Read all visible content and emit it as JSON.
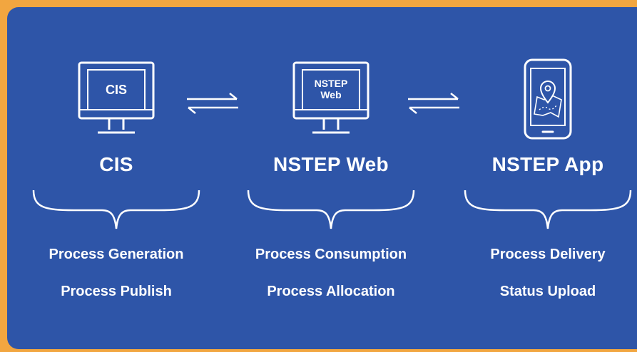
{
  "columns": [
    {
      "screen_label": "CIS",
      "title": "CIS",
      "items": [
        "Process Generation",
        "Process Publish"
      ],
      "icon": "desktop-monitor-icon"
    },
    {
      "screen_label_line1": "NSTEP",
      "screen_label_line2": "Web",
      "title": "NSTEP Web",
      "items": [
        "Process Consumption",
        "Process Allocation"
      ],
      "icon": "desktop-monitor-icon"
    },
    {
      "title": "NSTEP App",
      "items": [
        "Process Delivery",
        "Status Upload"
      ],
      "icon": "smartphone-map-pin-icon"
    }
  ],
  "connectors": [
    "bidirectional-arrows-icon",
    "bidirectional-arrows-icon"
  ],
  "colors": {
    "background": "#f2a640",
    "panel": "#2e55a8",
    "foreground": "#ffffff"
  }
}
